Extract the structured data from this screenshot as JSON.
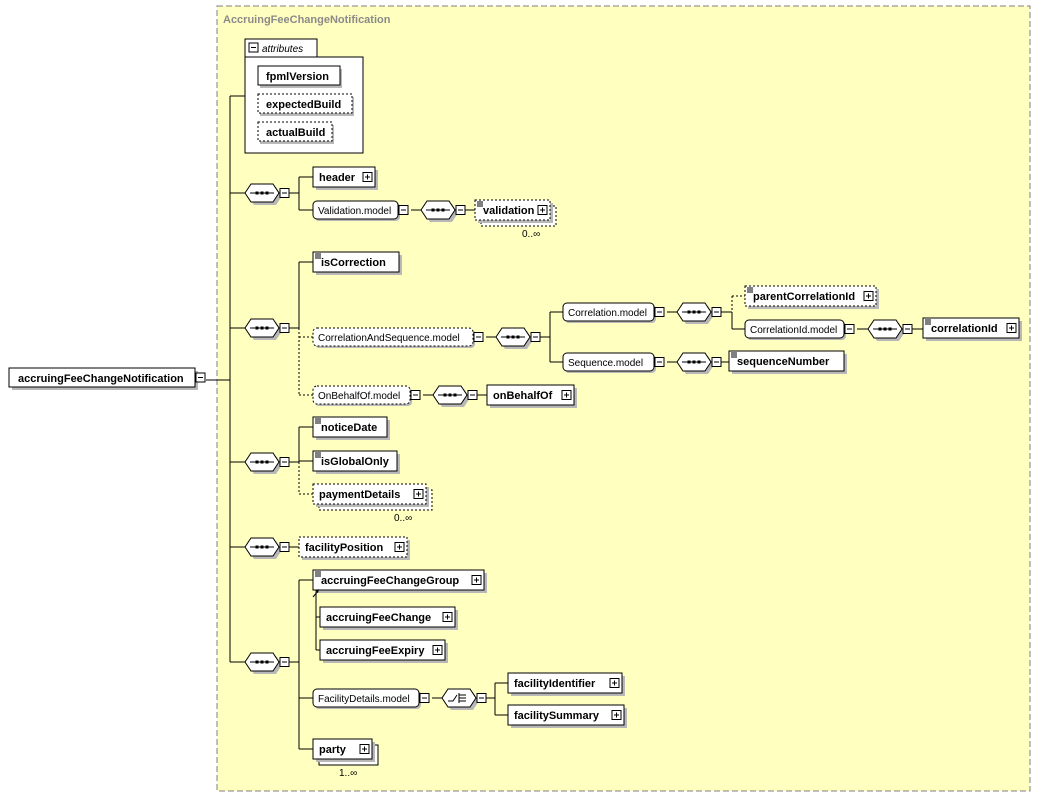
{
  "root": {
    "label": "accruingFeeChangeNotification"
  },
  "type_box": {
    "title": "AccruingFeeChangeNotification"
  },
  "attributes": {
    "title": "attributes",
    "items": [
      {
        "label": "fpmlVersion",
        "optional": false
      },
      {
        "label": "expectedBuild",
        "optional": true
      },
      {
        "label": "actualBuild",
        "optional": true
      }
    ]
  },
  "elements": {
    "header": "header",
    "validation_model": "Validation.model",
    "validation": "validation",
    "is_correction": "isCorrection",
    "correlation_and_sequence_model": "CorrelationAndSequence.model",
    "correlation_model": "Correlation.model",
    "parent_correlation_id": "parentCorrelationId",
    "correlation_id_model": "CorrelationId.model",
    "correlation_id": "correlationId",
    "sequence_model": "Sequence.model",
    "sequence_number": "sequenceNumber",
    "on_behalf_of_model": "OnBehalfOf.model",
    "on_behalf_of": "onBehalfOf",
    "notice_date": "noticeDate",
    "is_global_only": "isGlobalOnly",
    "payment_details": "paymentDetails",
    "facility_position": "facilityPosition",
    "accruing_fee_change_group": "accruingFeeChangeGroup",
    "accruing_fee_change": "accruingFeeChange",
    "accruing_fee_expiry": "accruingFeeExpiry",
    "facility_details_model": "FacilityDetails.model",
    "facility_identifier": "facilityIdentifier",
    "facility_summary": "facilitySummary",
    "party": "party"
  },
  "cardinalities": {
    "validation": "0..∞",
    "payment_details": "0..∞",
    "party": "1..∞"
  },
  "colors": {
    "background": "#ffffc0",
    "border": "#808080",
    "line": "#000000",
    "node_fill": "#ffffff",
    "shadow": "#b8b8b8",
    "type_title": "#8a8a8a"
  },
  "icons": {
    "sequence": "sequence-compositor-icon",
    "choice": "choice-compositor-icon",
    "expand": "plus-box-icon",
    "collapse": "minus-box-icon",
    "documentation": "doc-lines-icon"
  }
}
